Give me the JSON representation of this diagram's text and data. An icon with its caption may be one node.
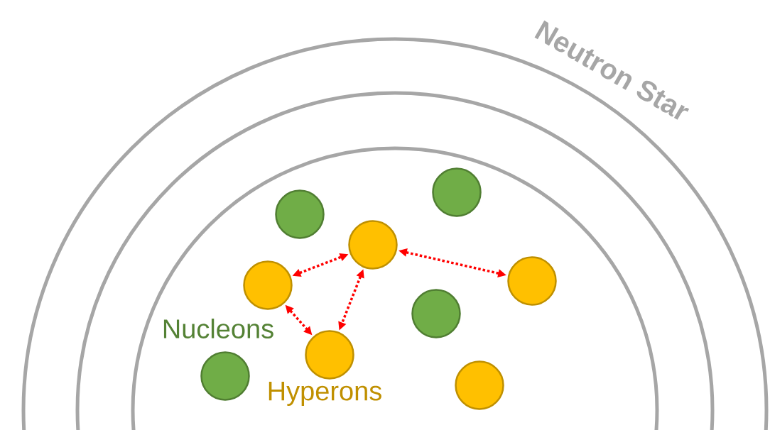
{
  "diagram": {
    "title": "Neutron Star",
    "nodes": [
      {
        "text": [],
        "shape": "circle"
      },
      {
        "text": [],
        "shape": "circle"
      },
      {
        "text": [],
        "shape": "circle"
      },
      {
        "text": [],
        "shape": "circle"
      },
      {
        "text": [],
        "shape": "circle"
      },
      {
        "text": [],
        "shape": "circle"
      },
      {
        "text": [],
        "shape": "circle"
      },
      {
        "text": [],
        "shape": "circle"
      },
      {
        "text": [],
        "shape": "circle"
      }
    ],
    "edges": [
      {
        "from": 3,
        "to": 2,
        "arrow": "both"
      },
      {
        "from": 2,
        "to": 4,
        "arrow": "both"
      },
      {
        "from": 3,
        "to": 6,
        "arrow": "both"
      },
      {
        "from": 2,
        "to": 6,
        "arrow": "both"
      }
    ],
    "labels": [
      "Nucleons",
      "Hyperons"
    ]
  }
}
